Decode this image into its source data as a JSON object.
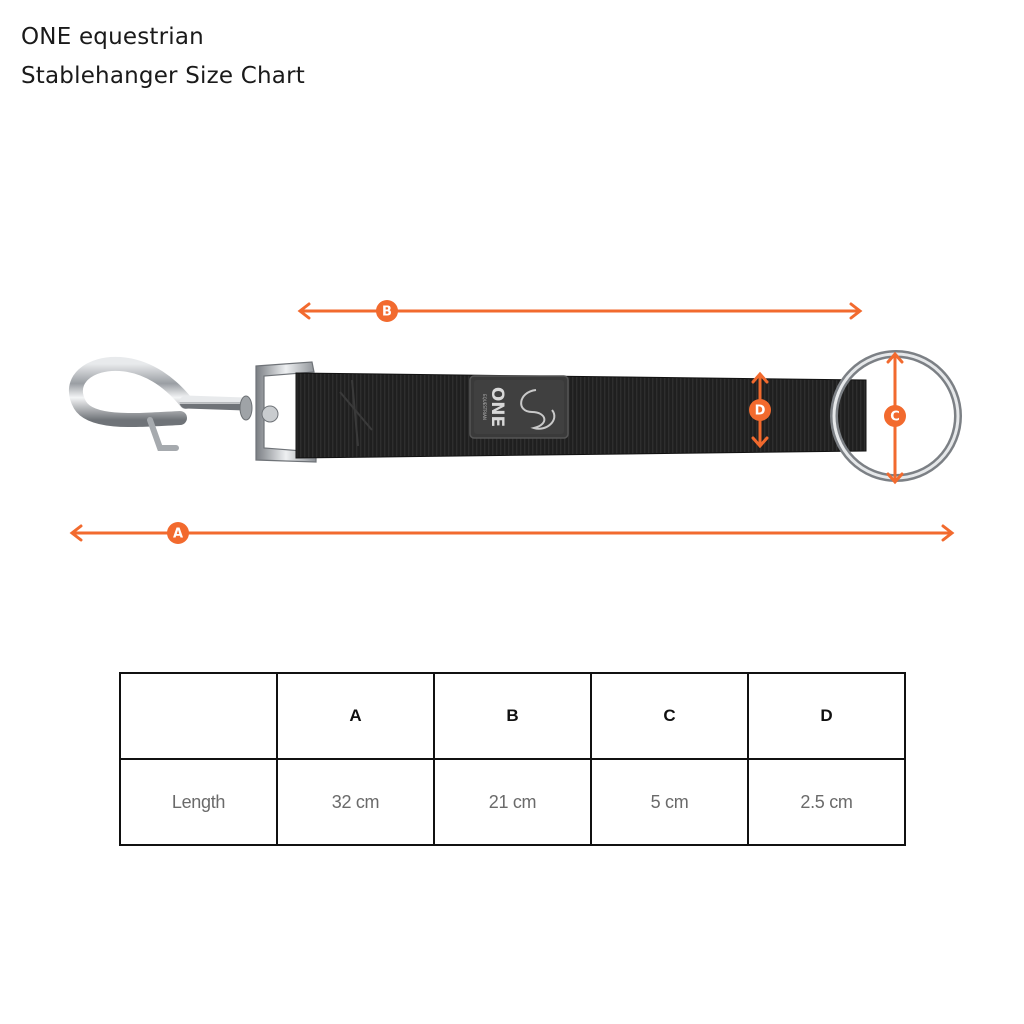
{
  "header": {
    "brand": "ONE equestrian",
    "title": "Stablehanger Size Chart"
  },
  "diagram": {
    "accent_color": "#F26A2E",
    "strap_color": "#1c1c1c",
    "metal_color": "#b8bcc0",
    "labels": {
      "a": "A",
      "b": "B",
      "c": "C",
      "d": "D"
    },
    "patch": {
      "brand": "ONE",
      "sub": "EQUESTRIAN"
    }
  },
  "table": {
    "headers": [
      "",
      "A",
      "B",
      "C",
      "D"
    ],
    "rows": [
      {
        "label": "Length",
        "values": [
          "32 cm",
          "21 cm",
          "5 cm",
          "2.5 cm"
        ]
      }
    ]
  }
}
